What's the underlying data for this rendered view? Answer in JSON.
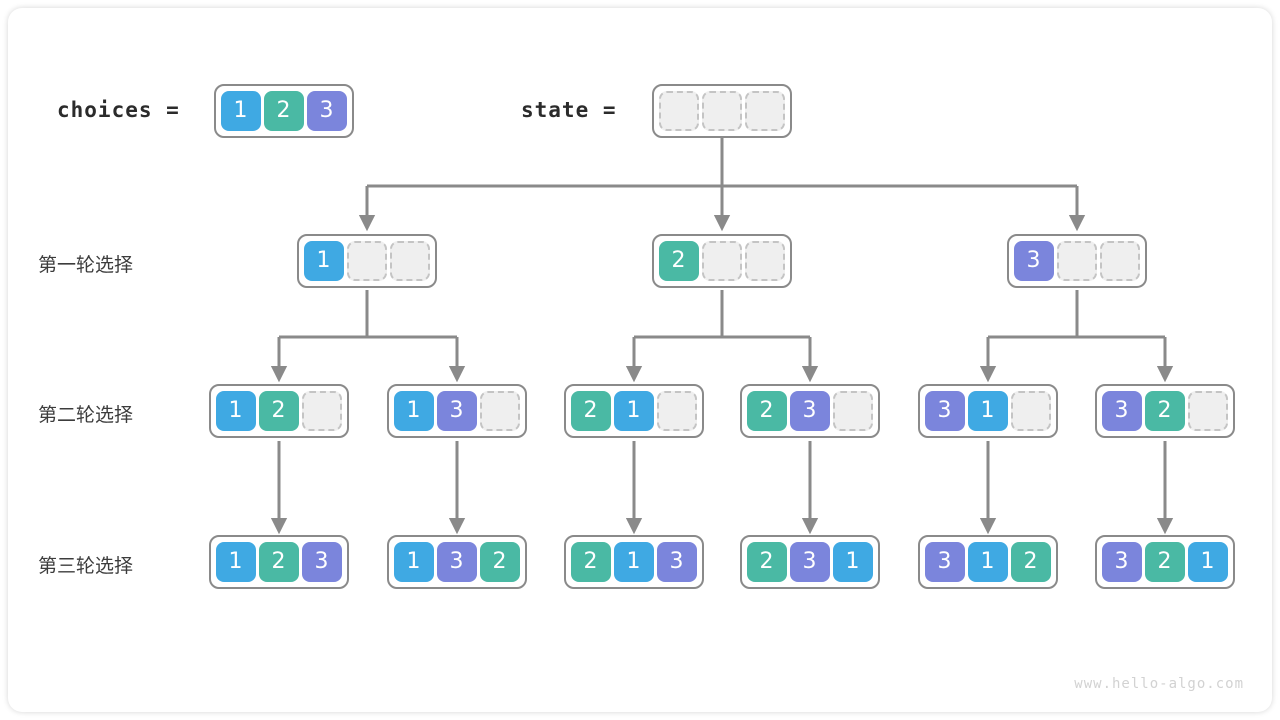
{
  "figure": {
    "watermark": "www.hello-algo.com",
    "colors": {
      "value_1": "#3fa9e3",
      "value_2": "#4ab9a4",
      "value_3": "#7b85dc",
      "empty_fill": "#efefef",
      "empty_border": "#c4c4c4",
      "box_border": "#8a8a8a",
      "link": "#8a8a8a",
      "text": "#3c3c3c",
      "watermark": "#d2d2d2"
    }
  },
  "header": {
    "choices_label": "choices  =",
    "state_label": "state  =",
    "choices_cells": [
      "1",
      "2",
      "3"
    ],
    "state_cells": [
      "",
      "",
      ""
    ]
  },
  "rows": [
    {
      "label": "第一轮选择",
      "nodes": [
        {
          "cells": [
            "1",
            "",
            ""
          ]
        },
        {
          "cells": [
            "2",
            "",
            ""
          ]
        },
        {
          "cells": [
            "3",
            "",
            ""
          ]
        }
      ]
    },
    {
      "label": "第二轮选择",
      "nodes": [
        {
          "cells": [
            "1",
            "2",
            ""
          ]
        },
        {
          "cells": [
            "1",
            "3",
            ""
          ]
        },
        {
          "cells": [
            "2",
            "1",
            ""
          ]
        },
        {
          "cells": [
            "2",
            "3",
            ""
          ]
        },
        {
          "cells": [
            "3",
            "1",
            ""
          ]
        },
        {
          "cells": [
            "3",
            "2",
            ""
          ]
        }
      ]
    },
    {
      "label": "第三轮选择",
      "nodes": [
        {
          "cells": [
            "1",
            "2",
            "3"
          ]
        },
        {
          "cells": [
            "1",
            "3",
            "2"
          ]
        },
        {
          "cells": [
            "2",
            "1",
            "3"
          ]
        },
        {
          "cells": [
            "2",
            "3",
            "1"
          ]
        },
        {
          "cells": [
            "3",
            "1",
            "2"
          ]
        },
        {
          "cells": [
            "3",
            "2",
            "1"
          ]
        }
      ]
    }
  ]
}
